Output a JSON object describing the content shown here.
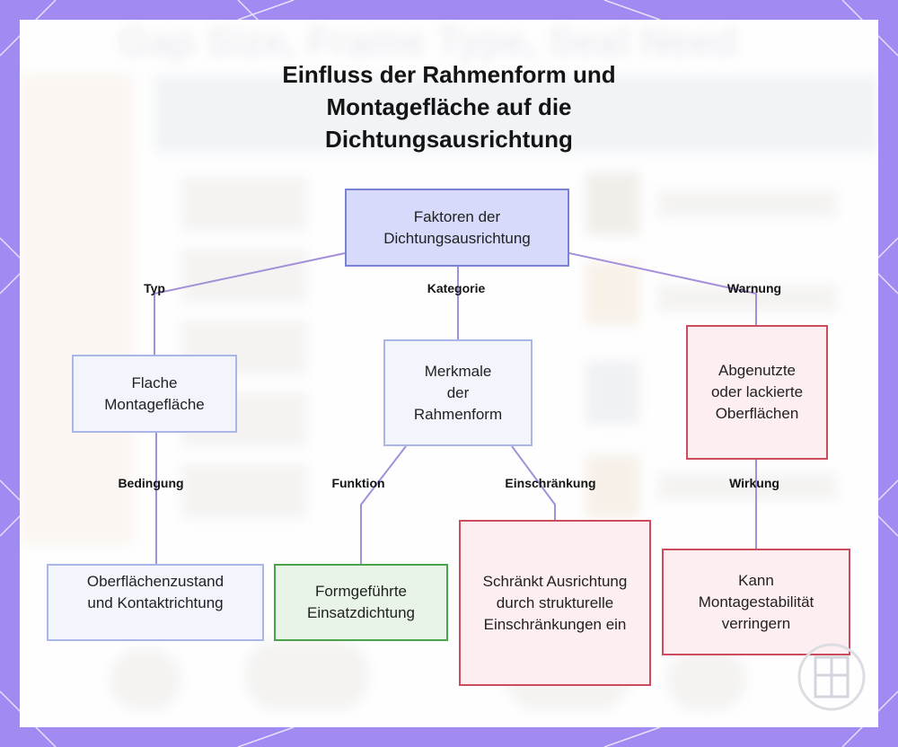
{
  "title": "Einfluss der Rahmenform und Montagefläche auf die Dichtungsausrichtung",
  "background_text": "Gap Size, Frame Type, Seal Need",
  "colors": {
    "frame": "#a18af2",
    "connector": "#a48fd9",
    "root_fill": "#d7dafa",
    "root_border": "#7a82d8",
    "blue_fill": "#f3f5fd",
    "blue_border": "#a9b6e6",
    "green_fill": "#e8f4e8",
    "green_border": "#4aa34a",
    "red_fill": "#fdeef1",
    "red_border": "#cc4c5e"
  },
  "nodes": {
    "root": "Faktoren der Dichtungsausrichtung",
    "flat_surface": "Flache Montagefläche",
    "frame_shape": "Merkmale der Rahmenform",
    "worn_surfaces": "Abgenutzte oder lackierte Oberflächen",
    "surface_condition": "Oberflächenzustand und Kontaktrichtung",
    "shape_guided": "Formgeführte Einsatzdichtung",
    "restricts": "Schränkt Ausrichtung durch strukturelle Einschränkungen ein",
    "stability": "Kann Montagestabilität verringern"
  },
  "edge_labels": {
    "typ": "Typ",
    "kategorie": "Kategorie",
    "warnung": "Warnung",
    "bedingung": "Bedingung",
    "funktion": "Funktion",
    "einschraenkung": "Einschränkung",
    "wirkung": "Wirkung"
  },
  "icons": {
    "logo": "window-frame-logo-icon"
  }
}
